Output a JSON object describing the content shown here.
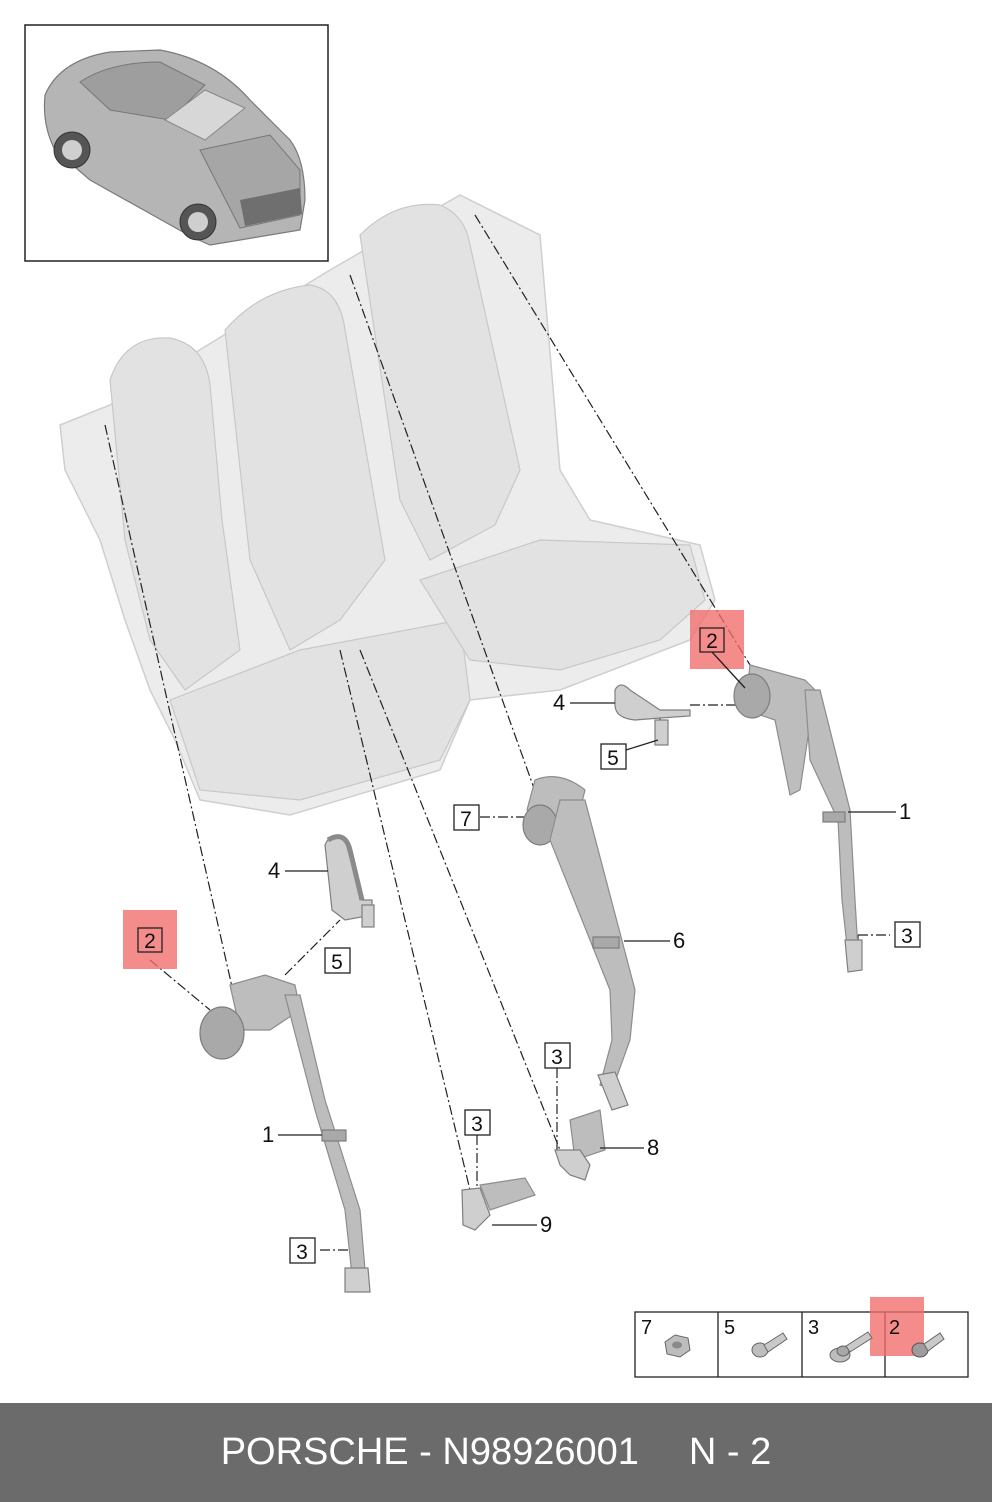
{
  "diagram": {
    "callouts": {
      "c1_right": "1",
      "c1_left": "1",
      "c3_right": "3",
      "c3_center": "3",
      "c3_lower": "3",
      "c3_left": "3",
      "c4_upper": "4",
      "c4_lower": "4",
      "c5_upper": "5",
      "c5_lower": "5",
      "c2_right": "2",
      "c2_left": "2",
      "c6": "6",
      "c7": "7",
      "c8": "8",
      "c9": "9"
    },
    "fastener_legend": [
      {
        "label": "7",
        "icon": "nut-icon"
      },
      {
        "label": "5",
        "icon": "bolt-icon"
      },
      {
        "label": "3",
        "icon": "flange-bolt-icon"
      },
      {
        "label": "2",
        "icon": "screw-icon"
      }
    ],
    "highlight_color": "#f26b6b"
  },
  "footer": {
    "brand_part": "PORSCHE - N98926001",
    "page": "N - 2"
  }
}
